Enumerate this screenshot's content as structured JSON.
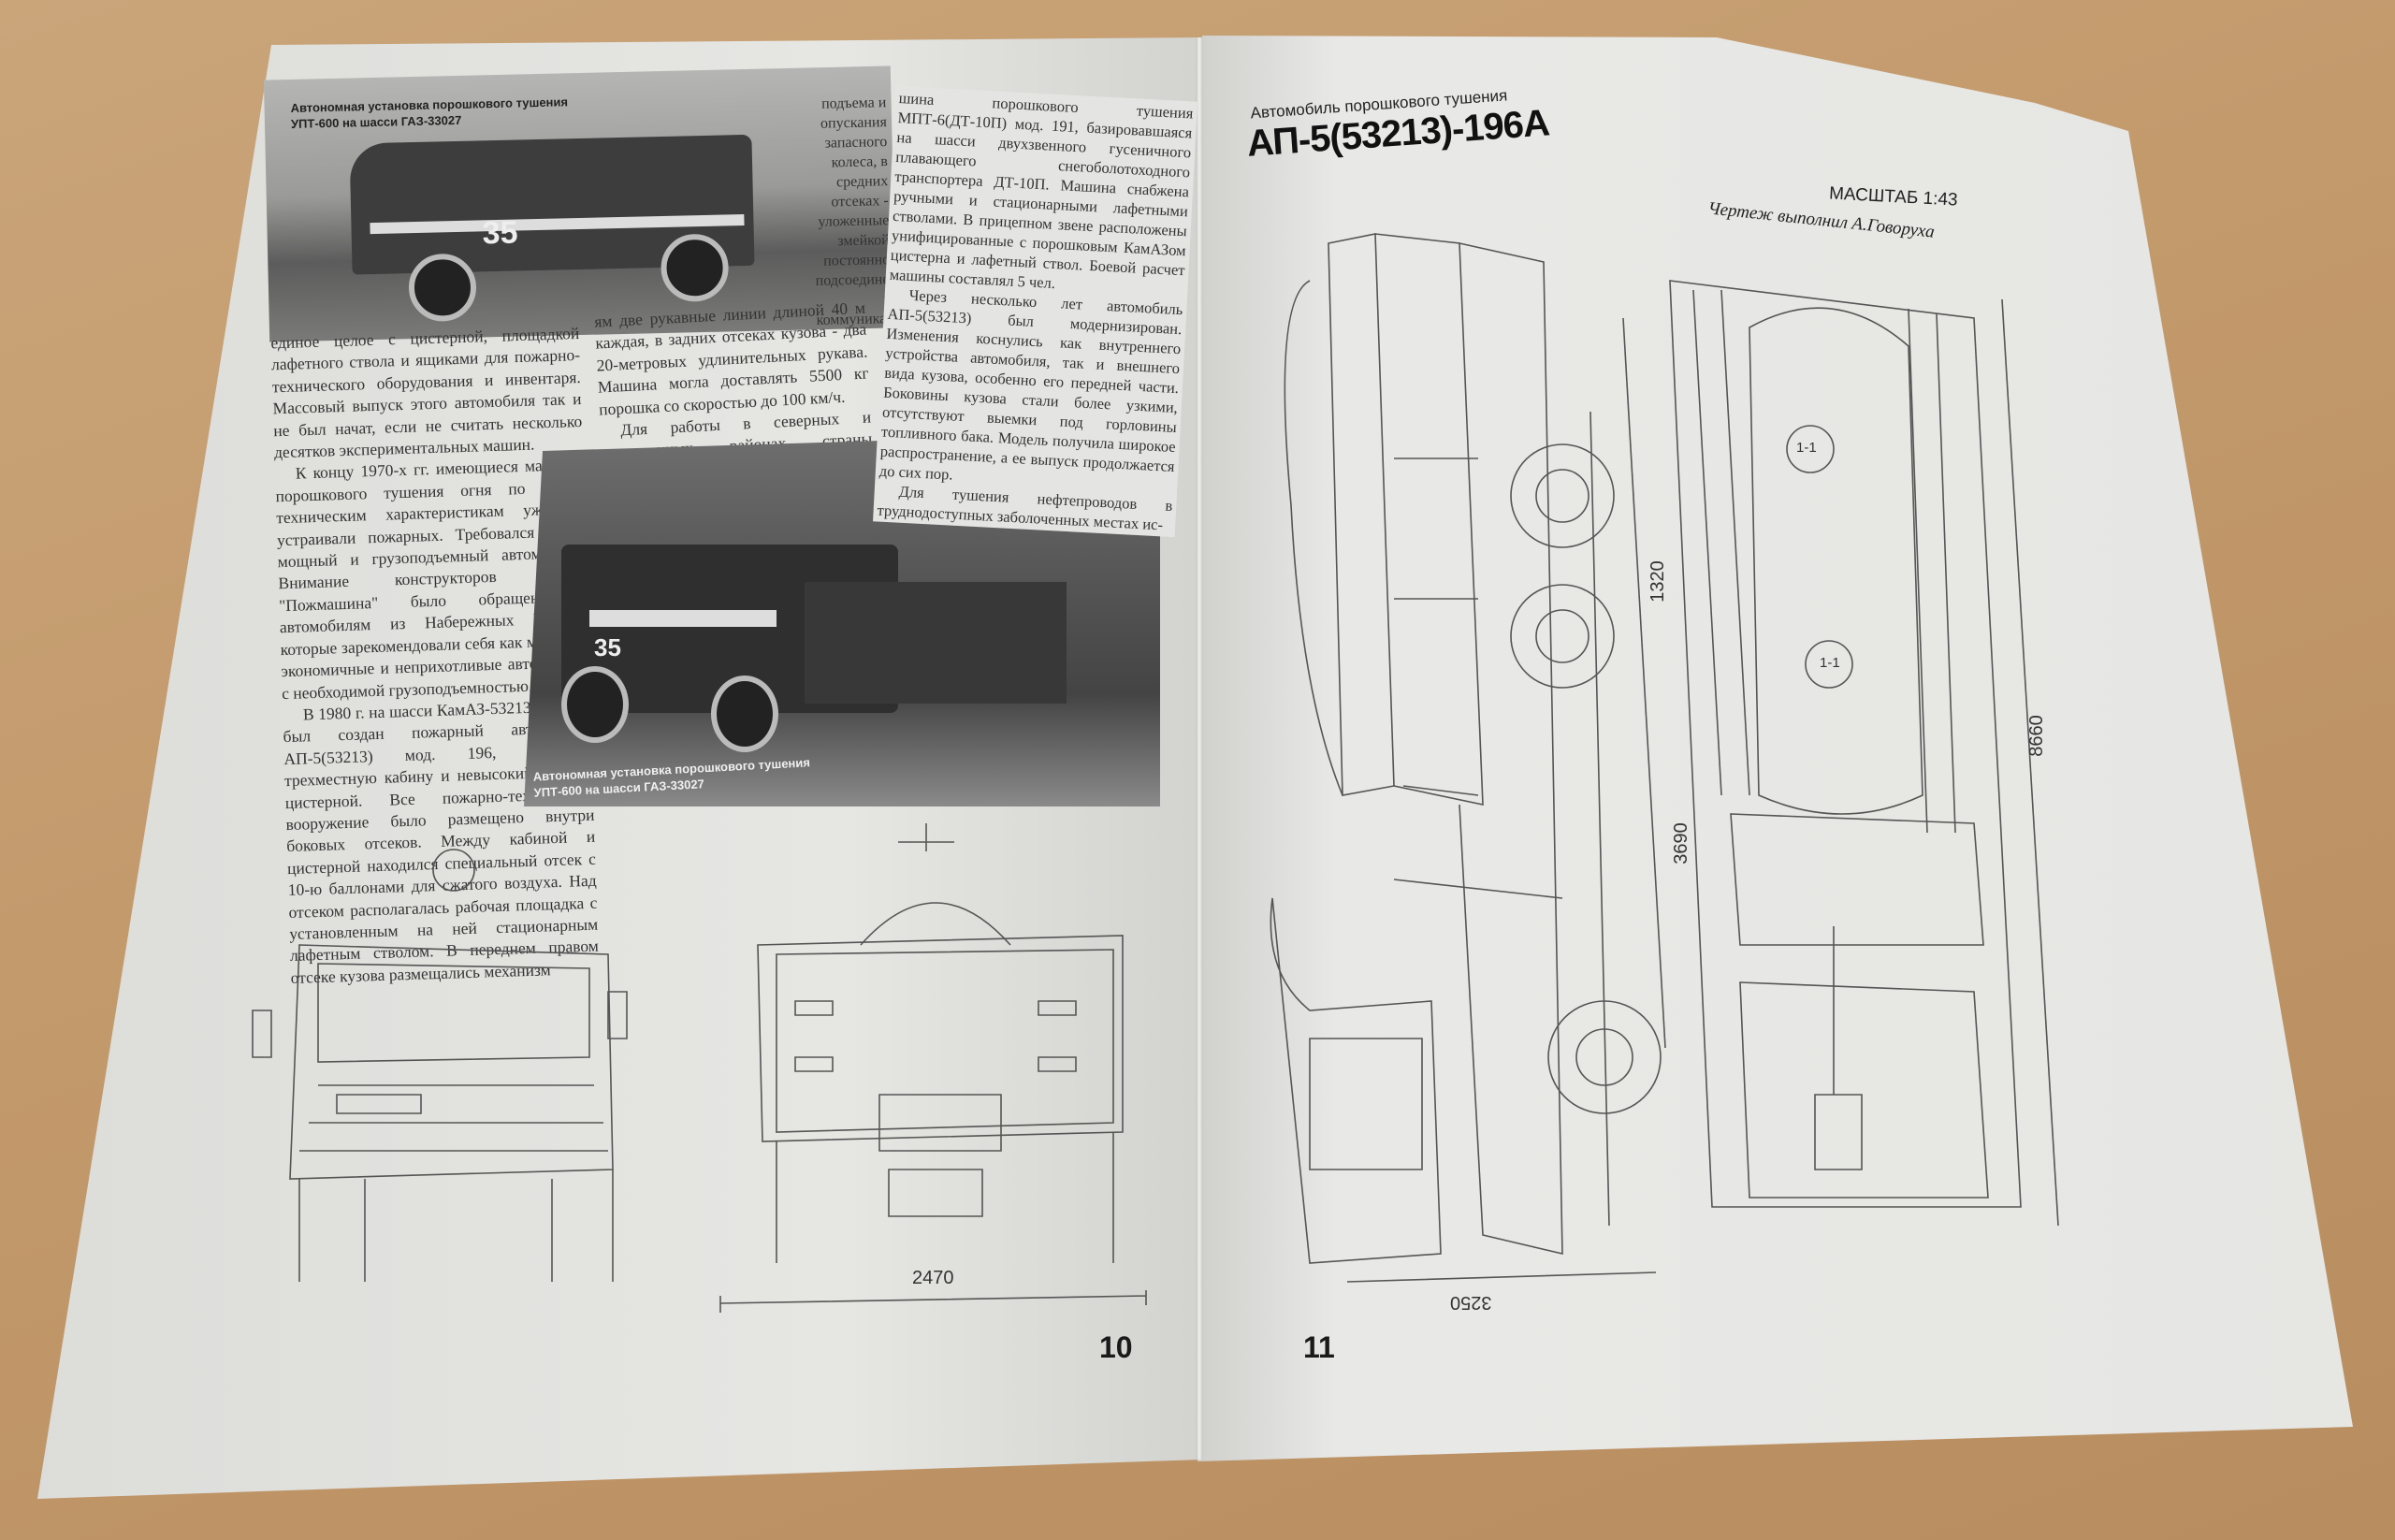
{
  "left_page": {
    "page_number": "10",
    "top_photo": {
      "caption_line1": "Автономная установка порошкового тушения",
      "caption_line2": "УПТ-600 на шасси ГАЗ-33027",
      "vehicle_number": "35"
    },
    "narrow_column_text": "подъема и опускания запасного колеса, в средних отсеках - уложенные змейкой постоянно подсоединенные к коммуникаци-",
    "left_column": [
      "единое целое с цистерной, площадкой лафетного ствола и ящиками для пожарно-технического оборудования и инвентаря. Массовый выпуск этого автомобиля так и не был начат, если не считать несколько десятков экспериментальных машин.",
      "К концу 1970-х гг. имеющиеся машины порошкового тушения огня по своим техническим характеристикам уже не устраивали пожарных. Требовался более мощный и грузоподъемный автомобиль. Внимание конструкторов завода \"Пожмашина\" было обращено к автомобилям из Набережных Челнов, которые зарекомендовали себя как мощные, экономичные и неприхотливые автомобили с необходимой грузоподъемностью.",
      "В 1980 г. на шасси КамАЗ-53213 заводом был создан пожарный автомобиль АП-5(53213) мод. 196, имевший трехместную кабину и невысокий кузов с цистерной. Все пожарно-техническое вооружение было размещено внутри боковых отсеков. Между кабиной и цистерной находился специальный отсек с 10-ю баллонами для сжатого воздуха. Над отсеком располагалась рабочая площадка с установленным на ней стационарным лафетным стволом. В переднем правом отсеке кузова размещались механизм"
    ],
    "middle_column": [
      "ям две рукавные линии длиной 40 м каждая, в задних отсеках кузова - два 20-метровых удлинительных рукава. Машина могла доставлять 5500 кг порошка со скоростью до 100 км/ч.",
      "Для работы в северных и заснеженных районах страны прилукскими специалистами была разработана пожарная ма-"
    ],
    "right_column": [
      "шина порошкового тушения МПТ-6(ДТ-10П) мод. 191, базировавшаяся на шасси двухзвенного гусеничного плавающего снегоболотоходного транспортера ДТ-10П. Машина снабжена ручными и стационарными лафетными стволами. В прицепном звене расположены унифицированные с порошковым КамАЗом цистерна и лафетный ствол. Боевой расчет машины составлял 5 чел.",
      "Через несколько лет автомобиль АП-5(53213) был модернизирован. Изменения коснулись как внутреннего устройства автомобиля, так и внешнего вида кузова, особенно его передней части. Боковины кузова стали более узкими, отсутствуют выемки под горловины топливного бака. Модель получила широкое распространение, а ее выпуск продолжается до сих пор.",
      "Для тушения нефтепроводов в труднодоступных заболоченных местах ис-"
    ],
    "bottom_photo": {
      "caption_line1": "Автономная установка порошкового тушения",
      "caption_line2": "УПТ-600 на шасси ГАЗ-33027",
      "vehicle_number": "35"
    },
    "drawing_dimension": "2470"
  },
  "right_page": {
    "page_number": "11",
    "subtitle": "Автомобиль порошкового тушения",
    "title": "АП-5(53213)-196А",
    "scale": "МАСШТАБ 1:43",
    "author_note": "Чертеж выполнил А.Говорухa",
    "dimensions": {
      "wheelbase_rear": "1320",
      "wheelbase_front": "3690",
      "overall_length": "8660",
      "width": "3250"
    },
    "tank_labels": [
      "1-1",
      "1-1"
    ]
  }
}
